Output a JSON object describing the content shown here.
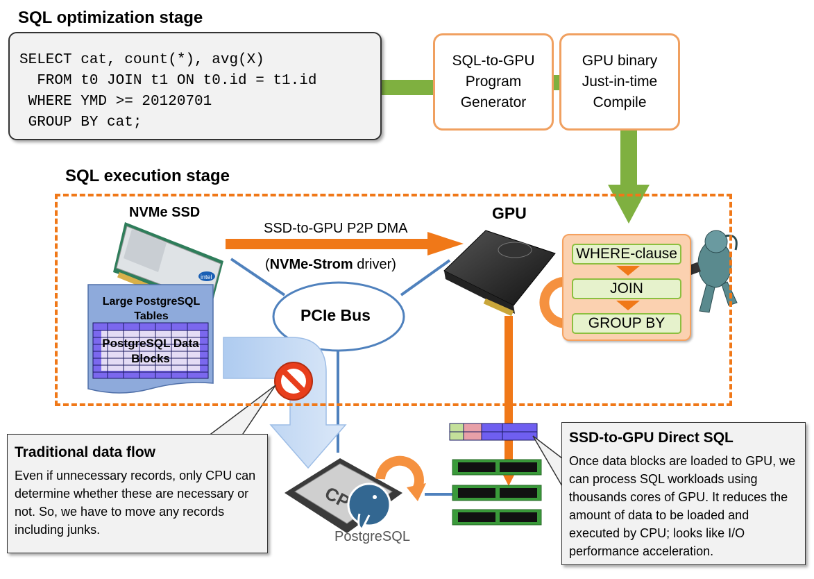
{
  "headings": {
    "optimization": "SQL optimization stage",
    "execution": "SQL execution stage"
  },
  "sql_code": "SELECT cat, count(*), avg(X)\n  FROM t0 JOIN t1 ON t0.id = t1.id\n WHERE YMD >= 20120701\n GROUP BY cat;",
  "boxes": {
    "generator": "SQL-to-GPU\nProgram\nGenerator",
    "jit": "GPU binary\nJust-in-time\nCompile"
  },
  "labels": {
    "nvme_ssd": "NVMe SSD",
    "gpu": "GPU",
    "dma": "SSD-to-GPU P2P DMA",
    "driver_open": "(",
    "driver_name": "NVMe-Strom",
    "driver_close": " driver)",
    "pcie_bus": "PCIe Bus",
    "large_tables": "Large PostgreSQL Tables",
    "data_blocks": "PostgreSQL Data Blocks",
    "cpu_chip": "CPU",
    "postgres_logo": "PostgreSQL",
    "intel_logo": "intel"
  },
  "pipeline": {
    "where": "WHERE-clause",
    "join": "JOIN",
    "group_by": "GROUP BY"
  },
  "callouts": {
    "traditional": {
      "title": "Traditional data flow",
      "body": "Even if unnecessary records, only CPU can determine whether these are necessary or not. So, we have to move any records including junks."
    },
    "direct": {
      "title": "SSD-to-GPU Direct SQL",
      "body": "Once data blocks are loaded to GPU, we can process SQL workloads using thousands cores of GPU. It reduces the amount of data to be loaded and executed by CPU; looks like I/O performance acceleration."
    }
  },
  "colors": {
    "orange": "#f07818",
    "green_arrow": "#7fb040",
    "blue_line": "#4f81bd",
    "table_blue": "#8eaadb",
    "block_purple": "#7b68ee"
  },
  "icons": [
    "nvme-ssd-card",
    "gpu-card",
    "no-entry-icon",
    "cpu-chip",
    "elephant-icon",
    "memory-module",
    "mascot-monster"
  ]
}
